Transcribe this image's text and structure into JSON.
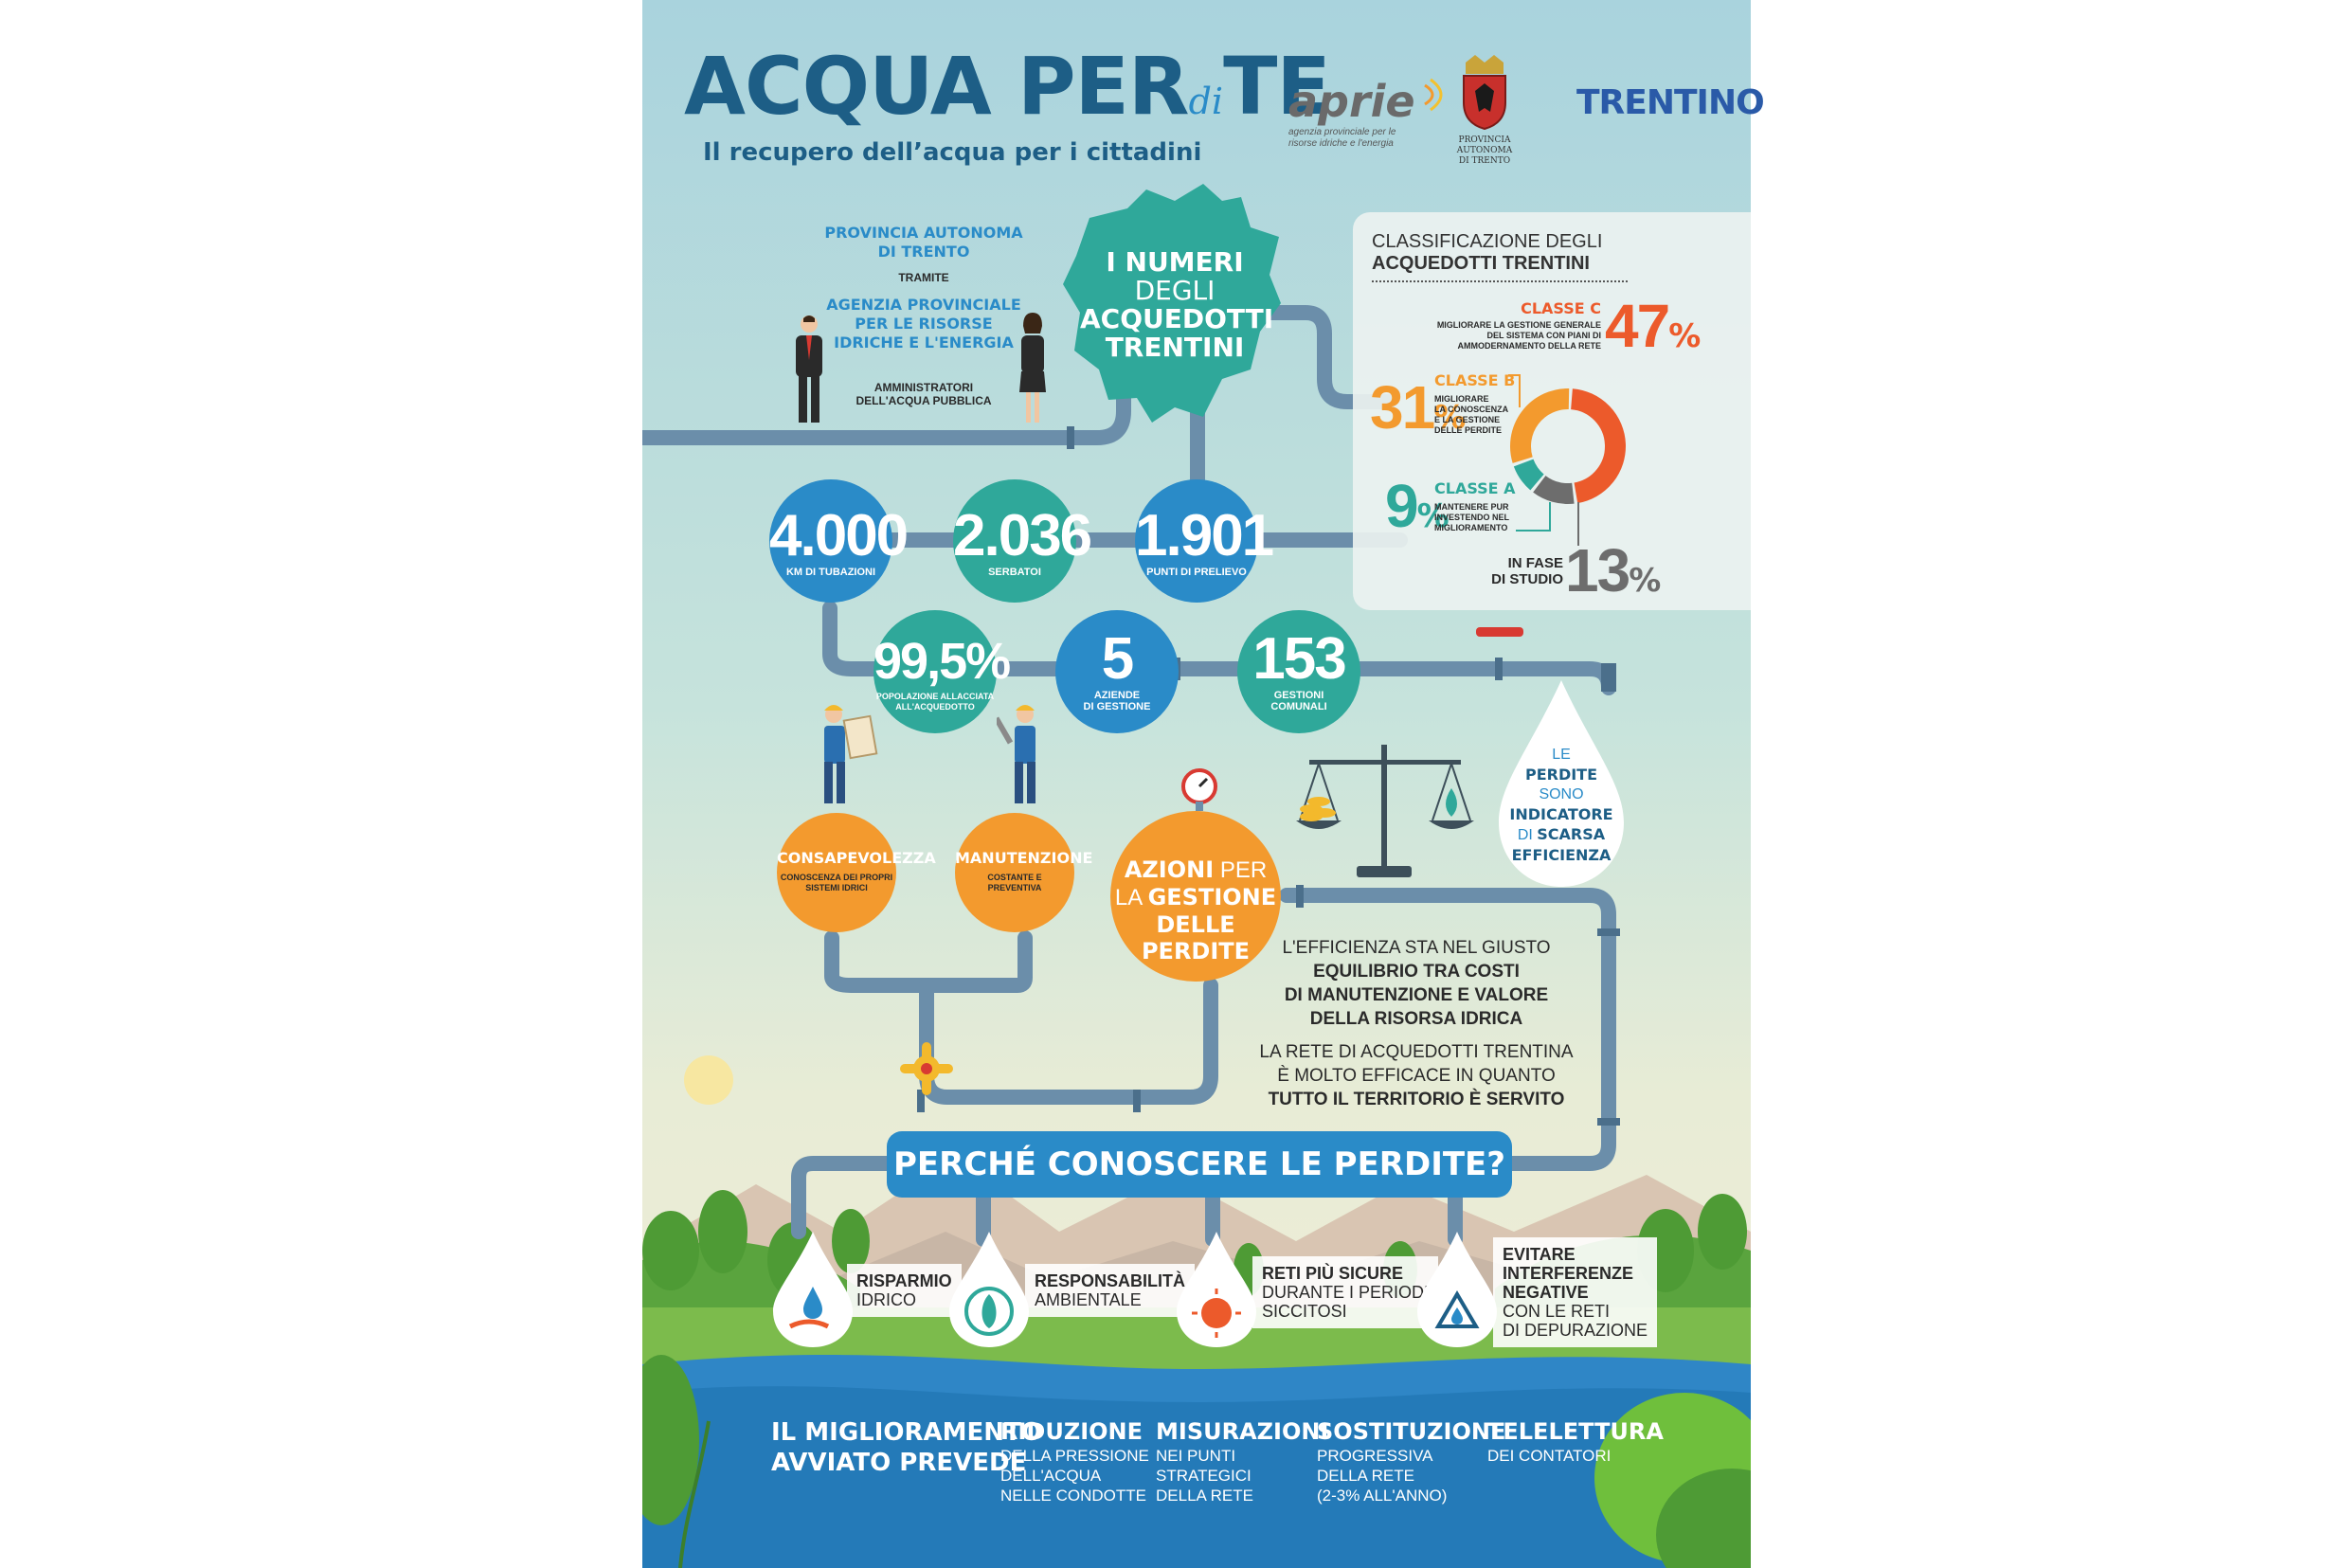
{
  "header": {
    "title_part1": "ACQUA PER",
    "title_small": "di",
    "title_part2": "TE",
    "subtitle": "Il recupero dell’acqua per i cittadini",
    "logo_aprie": "aprie",
    "logo_aprie_caption_1": "agenzia provinciale per le",
    "logo_aprie_caption_2": "risorse idriche e l'energia",
    "logo_provincia_caption_1": "PROVINCIA AUTONOMA",
    "logo_provincia_caption_2": "DI TRENTO",
    "logo_trentino": "TRENTINO"
  },
  "admins": {
    "line1": "PROVINCIA AUTONOMA",
    "line2": "DI TRENTO",
    "via": "TRAMITE",
    "agency1": "AGENZIA PROVINCIALE",
    "agency2": "PER LE RISORSE",
    "agency3": "IDRICHE E L'ENERGIA",
    "role1": "AMMINISTRATORI",
    "role2": "DELL'ACQUA PUBBLICA"
  },
  "map_title": {
    "l1": "I NUMERI",
    "l2": "DEGLI",
    "l3": "ACQUEDOTTI",
    "l4": "TRENTINI"
  },
  "stats": [
    {
      "value": "4.000",
      "label": "KM DI TUBAZIONI"
    },
    {
      "value": "2.036",
      "label": "SERBATOI"
    },
    {
      "value": "1.901",
      "label": "PUNTI DI PRELIEVO"
    },
    {
      "value": "99,5%",
      "label_1": "POPOLAZIONE ALLACCIATA",
      "label_2": "ALL'ACQUEDOTTO"
    },
    {
      "value": "5",
      "label_1": "AZIENDE",
      "label_2": "DI GESTIONE"
    },
    {
      "value": "153",
      "label_1": "GESTIONI",
      "label_2": "COMUNALI"
    }
  ],
  "classification": {
    "title_1": "CLASSIFICAZIONE DEGLI",
    "title_2": "ACQUEDOTTI TRENTINI",
    "classes": [
      {
        "name": "CLASSE C",
        "percent": "47",
        "color": "#ec5a2b",
        "d1": "MIGLIORARE LA GESTIONE GENERALE",
        "d2": "DEL SISTEMA CON PIANI DI",
        "d3": "AMMODERNAMENTO DELLA RETE",
        "value": 47
      },
      {
        "name": "CLASSE B",
        "percent": "31",
        "color": "#f39a2e",
        "d1": "MIGLIORARE",
        "d2": "LA CONOSCENZA",
        "d3": "E LA GESTIONE",
        "d4": "DELLE PERDITE",
        "value": 31
      },
      {
        "name": "CLASSE A",
        "percent": "9",
        "color": "#2fa89a",
        "d1": "MANTENERE PUR",
        "d2": "INVESTENDO NEL",
        "d3": "MIGLIORAMENTO",
        "value": 9
      },
      {
        "name_1": "IN FASE",
        "name_2": "DI STUDIO",
        "percent": "13",
        "color": "#6d6d6d",
        "value": 13
      }
    ],
    "percent_sign": "%"
  },
  "actions": {
    "consapevolezza": "CONSAPEVOLEZZA",
    "consapevolezza_d1": "CONOSCENZA DEI PROPRI",
    "consapevolezza_d2": "SISTEMI IDRICI",
    "manutenzione": "MANUTENZIONE",
    "manutenzione_d1": "COSTANTE E",
    "manutenzione_d2": "PREVENTIVA",
    "azioni_1a": "AZIONI",
    "azioni_1b": "PER",
    "azioni_2a": "LA",
    "azioni_2b": "GESTIONE",
    "azioni_3": "DELLE PERDITE"
  },
  "perdite_drop": {
    "l1": "LE",
    "l2": "PERDITE",
    "l3": "SONO",
    "l4": "INDICATORE",
    "l5": "DI",
    "l6": "SCARSA",
    "l7": "EFFICIENZA"
  },
  "efficiency": {
    "p1_l1": "L'EFFICIENZA STA NEL GIUSTO",
    "p1_l2": "EQUILIBRIO TRA COSTI",
    "p1_l3": "DI MANUTENZIONE E VALORE",
    "p1_l4": "DELLA RISORSA IDRICA",
    "p2_l1": "LA RETE DI ACQUEDOTTI TRENTINA",
    "p2_l2": "È MOLTO EFFICACE IN QUANTO",
    "p2_l3": "TUTTO IL TERRITORIO È SERVITO"
  },
  "why": {
    "banner": "PERCHÉ CONOSCERE LE PERDITE?",
    "items": [
      {
        "t1": "RISPARMIO",
        "t2": "IDRICO"
      },
      {
        "t1": "RESPONSABILITÀ",
        "t2": "AMBIENTALE"
      },
      {
        "t1": "RETI PIÙ SICURE",
        "t2": "DURANTE I PERIODI",
        "t3": "SICCITOSI"
      },
      {
        "t1": "EVITARE",
        "t2": "INTERFERENZE",
        "t3": "NEGATIVE",
        "t4": "CON LE RETI",
        "t5": "DI DEPURAZIONE"
      }
    ]
  },
  "improvement": {
    "head_1": "IL MIGLIORAMENTO",
    "head_2": "AVVIATO PREVEDE",
    "items": [
      {
        "t": "RIDUZIONE",
        "d1": "DELLA PRESSIONE",
        "d2": "DELL'ACQUA",
        "d3": "NELLE CONDOTTE"
      },
      {
        "t": "MISURAZIONI",
        "d1": "NEI PUNTI",
        "d2": "STRATEGICI",
        "d3": "DELLA RETE"
      },
      {
        "t": "SOSTITUZIONE",
        "d1": "PROGRESSIVA",
        "d2": "DELLA RETE",
        "d3": "(2-3% ALL'ANNO)"
      },
      {
        "t": "TELELETTURA",
        "d1": "DEI CONTATORI"
      }
    ]
  },
  "colors": {
    "navy": "#1d5e86",
    "blue": "#2a8bc8",
    "teal": "#2fa89a",
    "orange": "#f39a2e",
    "pipe": "#6b8eaa"
  }
}
